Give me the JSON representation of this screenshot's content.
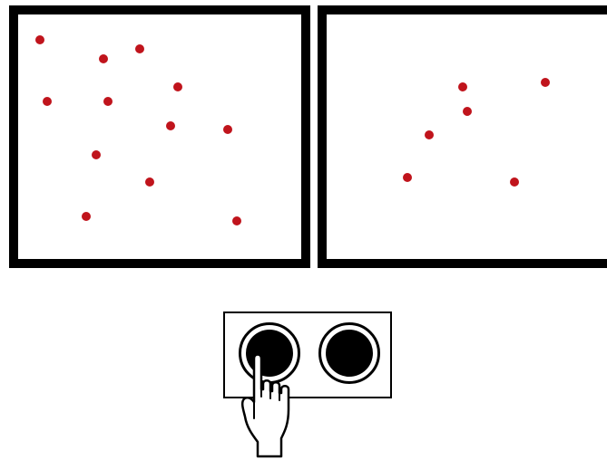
{
  "colors": {
    "frame": "#000000",
    "background": "#ffffff",
    "dot": "#c0141c",
    "button_fill": "#000000"
  },
  "panels": {
    "left": {
      "dot_count": 12
    },
    "right": {
      "dot_count": 6
    }
  },
  "buttons": {
    "left": {
      "state": "pressed"
    },
    "right": {
      "state": "idle"
    }
  },
  "icons": {
    "hand": "pointing-hand-icon"
  }
}
